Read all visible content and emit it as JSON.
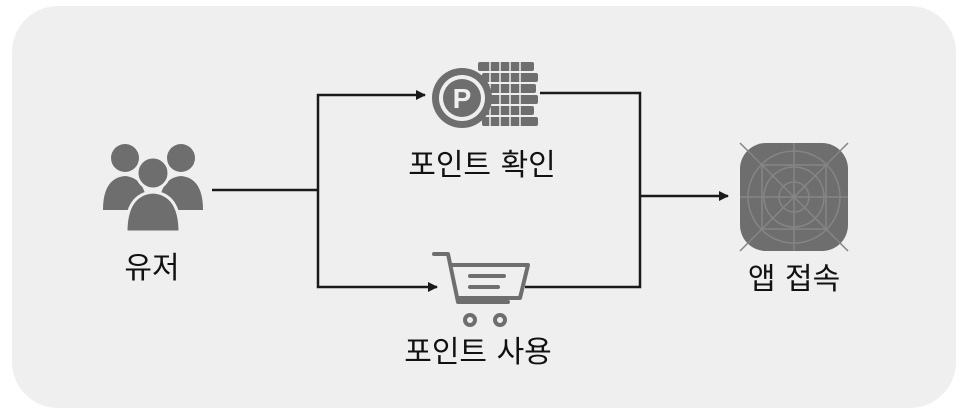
{
  "nodes": {
    "user": {
      "label": "유저",
      "icon": "users-group-icon"
    },
    "point_check": {
      "label": "포인트 확인",
      "icon": "point-coin-stack-icon"
    },
    "point_use": {
      "label": "포인트 사용",
      "icon": "shopping-cart-icon"
    },
    "app_access": {
      "label": "앱 접속",
      "icon": "app-icon"
    }
  },
  "colors": {
    "panel": "#efefef",
    "line": "#1a1a1a",
    "icon": "#6e6e6e"
  }
}
